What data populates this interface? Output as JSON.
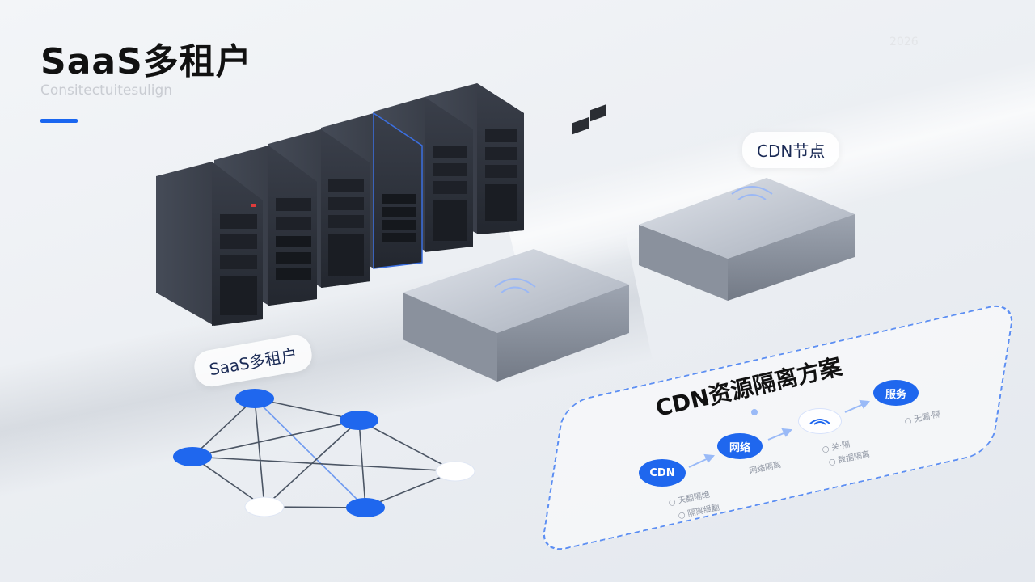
{
  "header": {
    "title": "SaaS多租户",
    "subtitle": "Consitectuitesulign",
    "year": "2026"
  },
  "labels": {
    "cdn_node": "CDN节点",
    "saas": "SaaS多租户"
  },
  "panel": {
    "title": "CDN资源隔离方案",
    "steps": [
      {
        "label": "CDN",
        "notes": [
          "○ 天翻隔绝",
          "○ 隔离缓翻"
        ]
      },
      {
        "label": "网络",
        "notes": [
          "网络隔离"
        ]
      },
      {
        "label": "",
        "notes": [
          "○ 关·隔",
          "○ 数据隔离"
        ]
      },
      {
        "label": "服务",
        "notes": [
          "○ 无漏·隔"
        ]
      }
    ]
  },
  "colors": {
    "accent": "#1a66f0",
    "node_blue": "#1f67ee",
    "server_dark": "#2b2f38"
  }
}
